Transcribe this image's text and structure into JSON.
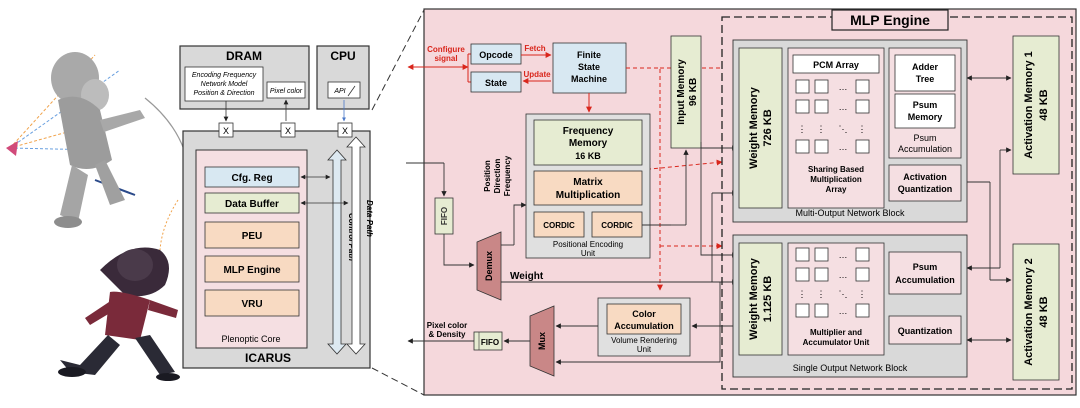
{
  "left": {
    "dram_title": "DRAM",
    "dram_box_line1": "Encoding Frequency",
    "dram_box_line2": "Network Model",
    "dram_box_line3": "Position & Direction",
    "pixel_color_box": "Pixel color",
    "cpu_title": "CPU",
    "api": "API",
    "x_mark": "X",
    "cfg_reg": "Cfg. Reg",
    "data_buffer": "Data Buffer",
    "peu": "PEU",
    "mlp_engine": "MLP Engine",
    "vru": "VRU",
    "plenoptic_core": "Plenoptic Core",
    "icarus": "ICARUS",
    "control_path": "Control Path",
    "data_path": "Data Path"
  },
  "right": {
    "configure_line1": "Configure",
    "configure_line2": "signal",
    "opcode": "Opcode",
    "fetch": "Fetch",
    "state": "State",
    "update": "Update",
    "fsm_line1": "Finite",
    "fsm_line2": "State",
    "fsm_line3": "Machine",
    "input_memory_line1": "Input Memory",
    "input_memory_line2": "96 KB",
    "pos_dir_freq_line1": "Position",
    "pos_dir_freq_line2": "Direction",
    "pos_dir_freq_line3": "Frequency",
    "freq_mem_line1": "Frequency",
    "freq_mem_line2": "Memory",
    "freq_mem_line3": "16 KB",
    "matrix_line1": "Matrix",
    "matrix_line2": "Multiplication",
    "cordic": "CORDIC",
    "peu_label_line1": "Positional Encoding",
    "peu_label_line2": "Unit",
    "fifo": "FIFO",
    "demux": "Demux",
    "weight": "Weight",
    "mux": "Mux",
    "pixel_out_line1": "Pixel color",
    "pixel_out_line2": "& Density",
    "color_acc_line1": "Color",
    "color_acc_line2": "Accumulation",
    "vru_label_line1": "Volume Rendering",
    "vru_label_line2": "Unit",
    "mlp_engine_title": "MLP Engine",
    "weight_mem1_line1": "Weight Memory",
    "weight_mem1_line2": "726 KB",
    "pcm_array": "PCM Array",
    "dots_h": "…",
    "dots_v": "⋮",
    "dots_d": "⋱",
    "sharing_line1": "Sharing Based",
    "sharing_line2": "Multiplication",
    "sharing_line3": "Array",
    "adder_line1": "Adder",
    "adder_line2": "Tree",
    "psum_mem_line1": "Psum",
    "psum_mem_line2": "Memory",
    "psum_acc1_line1": "Psum",
    "psum_acc1_line2": "Accumulation",
    "act_q_line1": "Activation",
    "act_q_line2": "Quantization",
    "multi_block": "Multi-Output Network Block",
    "weight_mem2_line1": "Weight Memory",
    "weight_mem2_line2": "1.125 KB",
    "mac_line1": "Multiplier and",
    "mac_line2": "Accumulator Unit",
    "psum_acc2_line1": "Psum",
    "psum_acc2_line2": "Accumulation",
    "quantization": "Quantization",
    "single_block": "Single Output Network Block",
    "act_mem1_line1": "Activation Memory 1",
    "act_mem1_line2": "48 KB",
    "act_mem2_line1": "Activation Memory 2",
    "act_mem2_line2": "48 KB"
  }
}
